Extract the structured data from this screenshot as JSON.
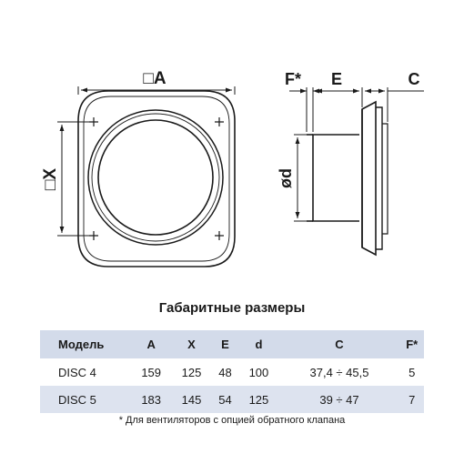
{
  "drawing": {
    "labels": {
      "a": "□A",
      "x": "□X",
      "f": "F*",
      "e": "E",
      "c": "C",
      "d": "ød"
    }
  },
  "table": {
    "title": "Габаритные размеры",
    "headers": [
      "Модель",
      "A",
      "X",
      "E",
      "d",
      "C",
      "F*"
    ],
    "rows": [
      [
        "DISC 4",
        "159",
        "125",
        "48",
        "100",
        "37,4 ÷ 45,5",
        "5"
      ],
      [
        "DISC 5",
        "183",
        "145",
        "54",
        "125",
        "39 ÷ 47",
        "7"
      ]
    ]
  },
  "footnote": "* Для вентиляторов с опцией обратного клапана",
  "colors": {
    "header_bg": "#d3dbea",
    "alt_row_bg": "#dde3ef",
    "line": "#1a1a1a"
  }
}
